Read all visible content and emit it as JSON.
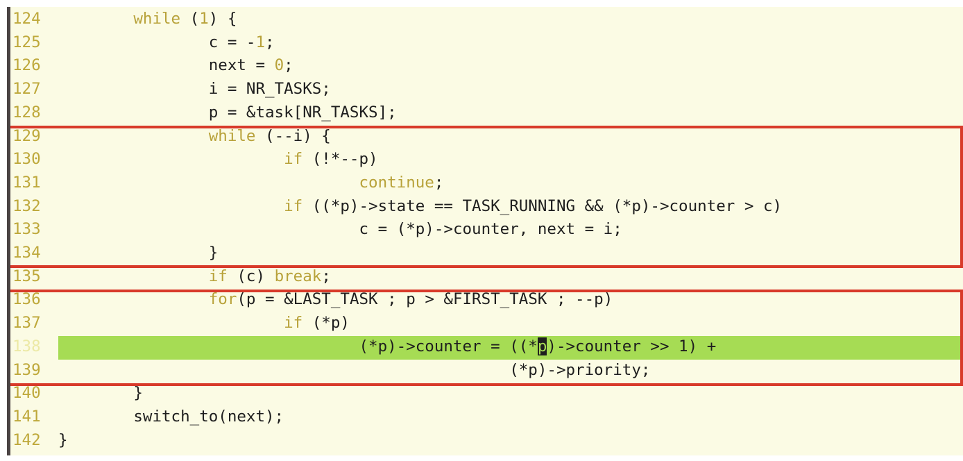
{
  "editor": {
    "current_line": "138",
    "lines": [
      {
        "num": "124",
        "segments": [
          {
            "t": "        "
          },
          {
            "t": "while",
            "c": "kw"
          },
          {
            "t": " ("
          },
          {
            "t": "1",
            "c": "num"
          },
          {
            "t": ") {"
          }
        ]
      },
      {
        "num": "125",
        "segments": [
          {
            "t": "                c = -"
          },
          {
            "t": "1",
            "c": "num"
          },
          {
            "t": ";"
          }
        ]
      },
      {
        "num": "126",
        "segments": [
          {
            "t": "                next = "
          },
          {
            "t": "0",
            "c": "num"
          },
          {
            "t": ";"
          }
        ]
      },
      {
        "num": "127",
        "segments": [
          {
            "t": "                i = NR_TASKS;"
          }
        ]
      },
      {
        "num": "128",
        "segments": [
          {
            "t": "                p = &task[NR_TASKS];"
          }
        ]
      },
      {
        "num": "129",
        "segments": [
          {
            "t": "                "
          },
          {
            "t": "while",
            "c": "kw"
          },
          {
            "t": " (--i) {"
          }
        ]
      },
      {
        "num": "130",
        "segments": [
          {
            "t": "                        "
          },
          {
            "t": "if",
            "c": "kw"
          },
          {
            "t": " (!*--p)"
          }
        ]
      },
      {
        "num": "131",
        "segments": [
          {
            "t": "                                "
          },
          {
            "t": "continue",
            "c": "kw"
          },
          {
            "t": ";"
          }
        ]
      },
      {
        "num": "132",
        "segments": [
          {
            "t": "                        "
          },
          {
            "t": "if",
            "c": "kw"
          },
          {
            "t": " ((*p)->state == TASK_RUNNING && (*p)->counter > c)"
          }
        ]
      },
      {
        "num": "133",
        "segments": [
          {
            "t": "                                c = (*p)->counter, next = i;"
          }
        ]
      },
      {
        "num": "134",
        "segments": [
          {
            "t": "                }"
          }
        ]
      },
      {
        "num": "135",
        "segments": [
          {
            "t": "                "
          },
          {
            "t": "if",
            "c": "kw"
          },
          {
            "t": " (c) "
          },
          {
            "t": "break",
            "c": "kw"
          },
          {
            "t": ";"
          }
        ]
      },
      {
        "num": "136",
        "segments": [
          {
            "t": "                "
          },
          {
            "t": "for",
            "c": "kw"
          },
          {
            "t": "(p = &LAST_TASK ; p > &FIRST_TASK ; --p)"
          }
        ]
      },
      {
        "num": "137",
        "segments": [
          {
            "t": "                        "
          },
          {
            "t": "if",
            "c": "kw"
          },
          {
            "t": " (*p)"
          }
        ]
      },
      {
        "num": "138",
        "segments": [
          {
            "t": "                                (*p)->counter = ((*"
          },
          {
            "t": "p",
            "c": "cursor"
          },
          {
            "t": ")->counter >> 1) +"
          }
        ]
      },
      {
        "num": "139",
        "segments": [
          {
            "t": "                                                (*p)->priority;"
          }
        ]
      },
      {
        "num": "140",
        "segments": [
          {
            "t": "        }"
          }
        ]
      },
      {
        "num": "141",
        "segments": [
          {
            "t": "        switch_to(next);"
          }
        ]
      },
      {
        "num": "142",
        "segments": [
          {
            "t": "}"
          }
        ]
      }
    ]
  },
  "colors": {
    "background": "#fbfbe4",
    "keyword": "#b8a23a",
    "line_number": "#bea83a",
    "current_line_bg": "#a6dc54",
    "highlight_box": "#d83a2a"
  }
}
